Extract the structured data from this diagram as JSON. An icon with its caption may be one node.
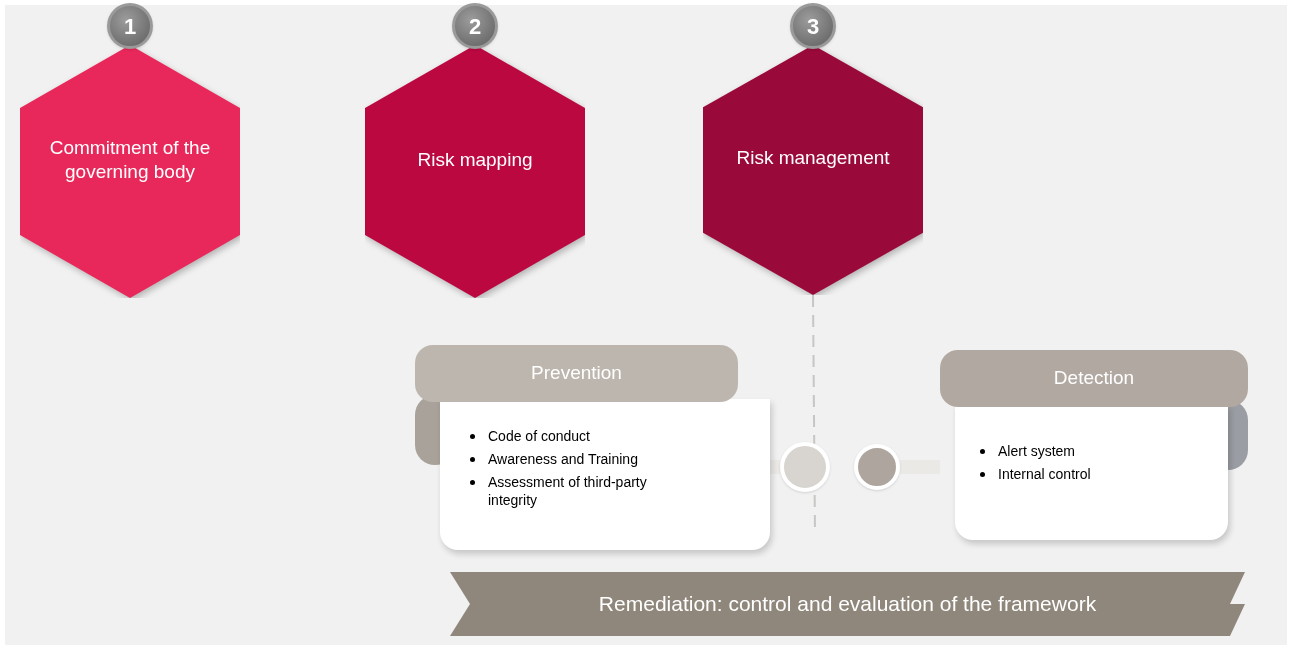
{
  "diagram": {
    "nodes": [
      {
        "text": [
          "Commitment of the governing body"
        ],
        "beside": [
          "1"
        ]
      },
      {
        "text": [
          "Risk mapping"
        ],
        "beside": [
          "2"
        ]
      },
      {
        "text": [
          "Risk management"
        ],
        "beside": [
          "3"
        ]
      },
      {
        "text": [
          "Prevention",
          "Code of conduct",
          "Awareness and Training",
          "Assessment of third-party integrity"
        ]
      },
      {
        "text": [],
        "shape": "circle"
      },
      {
        "text": [],
        "shape": "circle"
      },
      {
        "text": [
          "Detection",
          "Alert system",
          "Internal control"
        ]
      },
      {
        "text": [
          "Remediation: control and evaluation of the framework"
        ]
      }
    ],
    "edges": [
      {
        "from": 3,
        "to": 4,
        "arrow": "none"
      },
      {
        "from": 5,
        "to": 6,
        "arrow": "none"
      },
      {
        "from": 2,
        "to": null,
        "arrow": "none",
        "style": "dashed"
      }
    ]
  }
}
